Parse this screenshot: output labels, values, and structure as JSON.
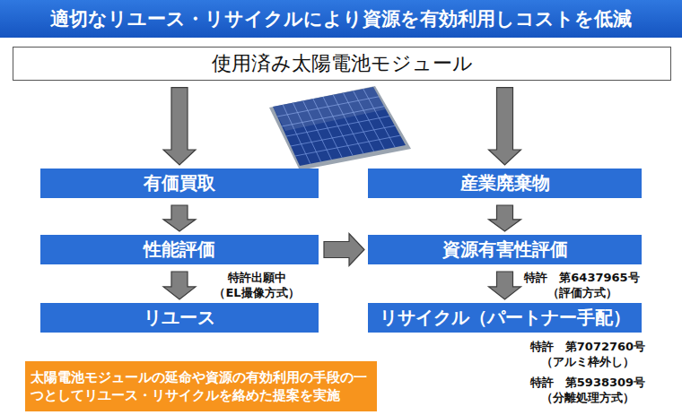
{
  "diagram": {
    "title": "適切なリユース・リサイクルにより資源を有効利用しコストを低減",
    "nodes": [
      {
        "text": [
          "使用済み太陽電池モジュール"
        ]
      },
      {
        "text": [
          "有価買取"
        ]
      },
      {
        "text": [
          "産業廃棄物"
        ]
      },
      {
        "text": [
          "性能評価"
        ]
      },
      {
        "text": [
          "資源有害性評価"
        ]
      },
      {
        "text": [
          "リユース"
        ]
      },
      {
        "text": [
          "リサイクル（パートナー手配）"
        ]
      },
      {
        "text": [
          "太陽電池モジュールの延命や資源の有効利用の手段の一つとしてリユース・リサイクルを絡めた提案を実施"
        ]
      }
    ],
    "edges": [
      {
        "from": 0,
        "to": 1,
        "arrow": "to"
      },
      {
        "from": 0,
        "to": 2,
        "arrow": "to"
      },
      {
        "from": 1,
        "to": 3,
        "arrow": "to"
      },
      {
        "from": 2,
        "to": 4,
        "arrow": "to"
      },
      {
        "from": 3,
        "to": 4,
        "arrow": "to"
      },
      {
        "from": 3,
        "to": 5,
        "label": "特許出願中 （EL撮像方式）",
        "arrow": "to"
      },
      {
        "from": 4,
        "to": 6,
        "label": "特許　第6437965号 （評価方式）",
        "arrow": "to"
      }
    ],
    "labels": [
      "特許　第7072760号 （アルミ枠外し）",
      "特許　第5938309号 （分離処理方式）"
    ]
  }
}
